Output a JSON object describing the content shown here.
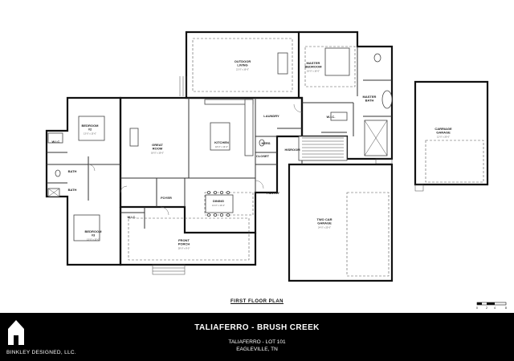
{
  "plan_title": "FIRST FLOOR PLAN",
  "rooms": {
    "outdoor_living": {
      "name": "OUTDOOR\nLIVING",
      "dim": "21'-0\" x 16'-0\""
    },
    "master_bedroom": {
      "name": "MASTER\nBEDROOM",
      "dim": "16'-0\" x 16'-0\""
    },
    "master_bath": {
      "name": "MASTER\nBATH"
    },
    "wic": {
      "name": "W.I.C."
    },
    "wic_left": {
      "name": "W.I.C."
    },
    "wic_bed3": {
      "name": "W.I.C."
    },
    "laundry": {
      "name": "LAUNDRY"
    },
    "bedroom2": {
      "name": "BEDROOM\n#2",
      "dim": "13'-0\" x 13'-0\""
    },
    "great_room": {
      "name": "GREAT\nROOM",
      "dim": "18'-0\" x 19'-0\""
    },
    "kitchen": {
      "name": "KITCHEN",
      "dim": "18'-0\" x 13'-0\""
    },
    "hers": {
      "name": "HERS"
    },
    "hisroom": {
      "name": "HISROOM"
    },
    "closet": {
      "name": "CLOSET"
    },
    "bath_upper": {
      "name": "BATH"
    },
    "bath_lower": {
      "name": "BATH"
    },
    "pantry": {
      "name": "PANTRY"
    },
    "foyer": {
      "name": "FOYER"
    },
    "dining": {
      "name": "DINING",
      "dim": "13'-0\" x 13'-0\""
    },
    "bedroom3": {
      "name": "BEDROOM\n#3",
      "dim": "13'-0\" x 13'-0\""
    },
    "front_porch": {
      "name": "FRONT\nPORCH",
      "dim": "28'-0\" x 8'-0\""
    },
    "two_car_garage": {
      "name": "TWO CAR\nGARAGE",
      "dim": "24'-0\" x 25'-0\""
    },
    "carriage_garage": {
      "name": "CARRIAGE\nGARAGE",
      "dim": "12'-0\" x 26'-0\""
    }
  },
  "titleblock": {
    "firm_name": "BINKLEY DESIGNED, LLC.",
    "project_title": "TALIAFERRO - BRUSH CREEK",
    "lot_line": "TALIAFERRO - LOT 101",
    "city_line": "EAGLEVILLE, TN"
  },
  "scale_labels": [
    "0",
    "2",
    "4",
    "8"
  ]
}
